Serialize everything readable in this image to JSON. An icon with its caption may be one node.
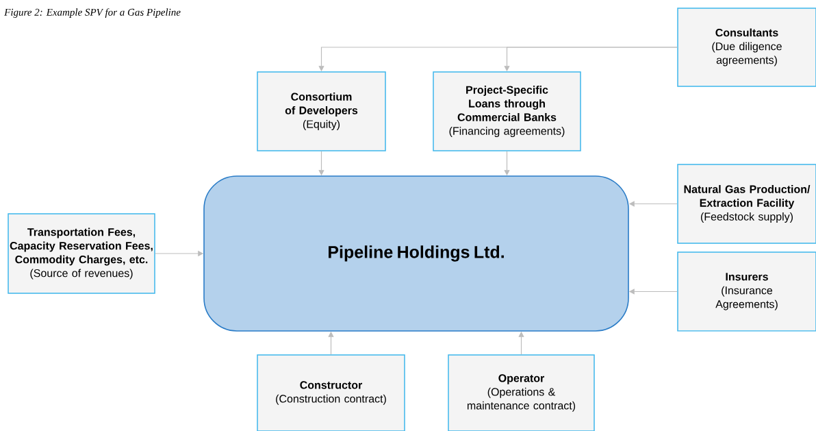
{
  "diagram": {
    "title": "Figure 2: Example SPV for a Gas Pipeline",
    "nodes": [
      {
        "text": [
          "Consultants",
          "(Due diligence agreements)"
        ]
      },
      {
        "text": [
          "Consortium of Developers",
          "(Equity)"
        ]
      },
      {
        "text": [
          "Project-Specific Loans through Commercial Banks",
          "(Financing agreements)"
        ]
      },
      {
        "text": [
          "Pipeline Holdings Ltd."
        ]
      },
      {
        "text": [
          "Natural Gas Production/ Extraction Facility",
          "(Feedstock supply)"
        ]
      },
      {
        "text": [
          "Transportation Fees, Capacity Reservation Fees, Commodity Charges, etc.",
          "(Source of revenues)"
        ]
      },
      {
        "text": [
          "Insurers",
          "(Insurance Agreements)"
        ]
      },
      {
        "text": [
          "Constructor",
          "(Construction contract)"
        ]
      },
      {
        "text": [
          "Operator",
          "(Operations & maintenance contract)"
        ]
      }
    ],
    "edges": [
      {
        "from": 0,
        "to": 1,
        "arrow": "to"
      },
      {
        "from": 0,
        "to": 2,
        "arrow": "to"
      },
      {
        "from": 1,
        "to": 3,
        "arrow": "to"
      },
      {
        "from": 2,
        "to": 3,
        "arrow": "to"
      },
      {
        "from": 4,
        "to": 3,
        "arrow": "to"
      },
      {
        "from": 5,
        "to": 3,
        "arrow": "to"
      },
      {
        "from": 6,
        "to": 3,
        "arrow": "to"
      },
      {
        "from": 7,
        "to": 3,
        "arrow": "to"
      },
      {
        "from": 8,
        "to": 3,
        "arrow": "to"
      }
    ]
  }
}
